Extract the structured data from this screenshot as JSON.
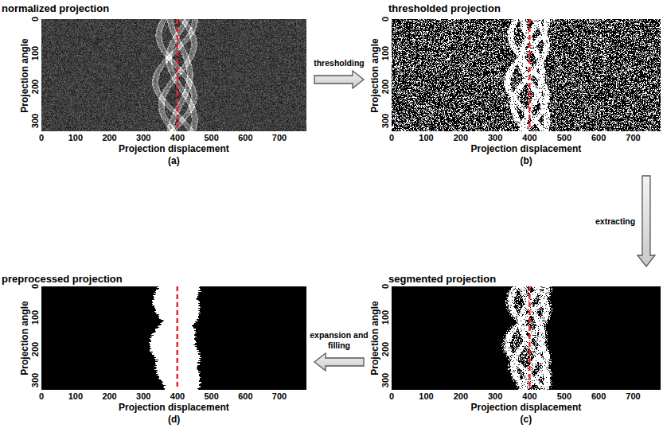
{
  "diagram": {
    "nodes": [
      {
        "text": [
          "normalized projection",
          "(a)"
        ]
      },
      {
        "text": [
          "thresholded projection",
          "(b)"
        ]
      },
      {
        "text": [
          "segmented projection",
          "(c)"
        ]
      },
      {
        "text": [
          "preprocessed projection",
          "(d)"
        ]
      }
    ],
    "edges": [
      {
        "from": 0,
        "to": 1,
        "arrow": "to",
        "label": "thresholding"
      },
      {
        "from": 1,
        "to": 2,
        "arrow": "to",
        "label": "extracting"
      },
      {
        "from": 2,
        "to": 3,
        "arrow": "to",
        "label": "expansion and filling"
      }
    ],
    "labels": [
      "Projection angle",
      "0",
      "100",
      "200",
      "300",
      "0",
      "100",
      "200",
      "300",
      "400",
      "500",
      "600",
      "700",
      "Projection displacement",
      "Projection angle",
      "0",
      "100",
      "200",
      "300",
      "0",
      "100",
      "200",
      "300",
      "400",
      "500",
      "600",
      "700",
      "Projection displacement",
      "Projection angle",
      "0",
      "100",
      "200",
      "300",
      "0",
      "100",
      "200",
      "300",
      "400",
      "500",
      "600",
      "700",
      "Projection displacement",
      "Projection angle",
      "0",
      "100",
      "200",
      "300",
      "0",
      "100",
      "200",
      "300",
      "400",
      "500",
      "600",
      "700",
      "Projection displacement"
    ]
  }
}
